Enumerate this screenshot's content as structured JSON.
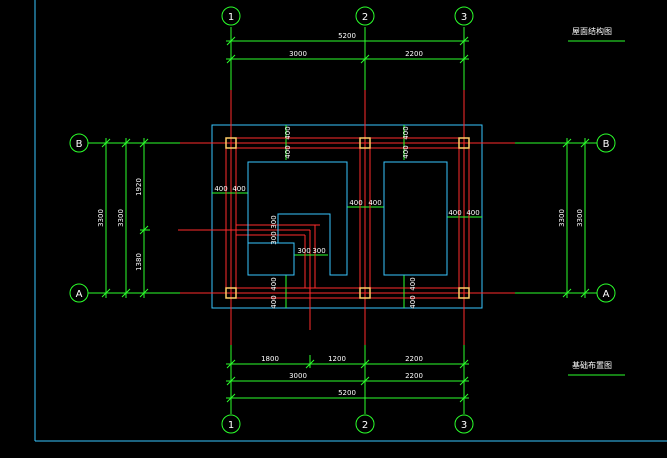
{
  "colors": {
    "background": "#000000",
    "frame": "#39c6ff",
    "dimension": "#2bff2b",
    "axis_line": "#ff2b2b",
    "beam": "#ff2b2b",
    "column": "#ffcc66",
    "text": "#ffffff"
  },
  "axes": {
    "top": [
      "1",
      "2",
      "3"
    ],
    "bottom": [
      "1",
      "2",
      "3"
    ],
    "left": [
      "B",
      "A"
    ],
    "right": [
      "B",
      "A"
    ]
  },
  "titles": {
    "roof_plan": "屋面结构图",
    "foundation_plan": "基础布置图"
  },
  "dims": {
    "top_total": "5200",
    "top_1_2": "3000",
    "top_2_3": "2200",
    "bottom_seg_1": "1800",
    "bottom_seg_2": "1200",
    "bottom_seg_3": "2200",
    "bottom_1_2": "3000",
    "bottom_2_3": "2200",
    "bottom_total": "5200",
    "left_outer": "3300",
    "left_inner": "3300",
    "left_upper": "1920",
    "left_lower": "1380",
    "right_outer": "3300",
    "right_inner": "3300",
    "footing_a": "400",
    "footing_b": "300"
  }
}
